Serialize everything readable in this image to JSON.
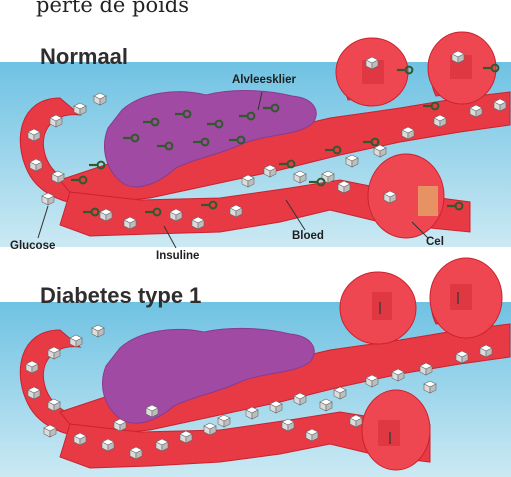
{
  "caption": "perte de poids",
  "panels": [
    {
      "title": "Normaal"
    },
    {
      "title": "Diabetes type 1"
    }
  ],
  "labels": {
    "pancreas": "Alvleesklier",
    "glucose": "Glucose",
    "insulin": "Insuline",
    "blood": "Bloed",
    "cell": "Cel"
  },
  "colors": {
    "background": "#a9d8ea",
    "vessel": "#e83a45",
    "cell": "#ef4752",
    "pancreas": "#a04aa3",
    "insulin": "#3e6e3c",
    "glucose": "#ffffff"
  }
}
